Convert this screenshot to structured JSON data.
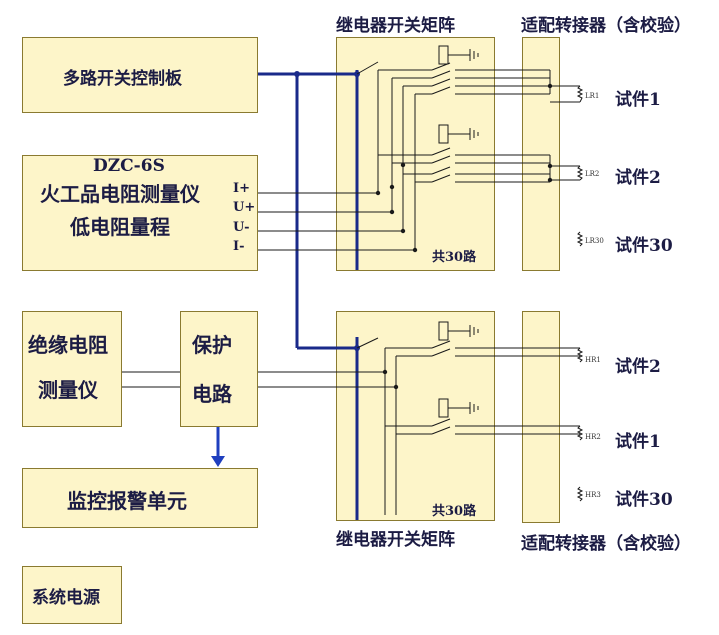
{
  "diagram": {
    "top_matrix_title": "继电器开关矩阵",
    "bottom_matrix_title": "继电器开关矩阵",
    "top_adapter_title": "适配转接器（含校验）",
    "bottom_adapter_title": "适配转接器（含校验）",
    "multiplexer_board": "多路开关控制板",
    "dzc_model": "DZC-6S",
    "dzc_line1": "火工品电阻测量仪",
    "dzc_line2": "低电阻量程",
    "terminals": [
      "I+",
      "U+",
      "U-",
      "I-"
    ],
    "insulation_line1": "绝缘电阻",
    "insulation_line2": "测量仪",
    "protection_line1": "保护",
    "protection_line2": "电路",
    "monitor_unit": "监控报警单元",
    "power_supply": "系统电源",
    "top_channels": "共30路",
    "bottom_channels": "共30路",
    "top_specimens": [
      {
        "label": "试件1",
        "res": "LR1"
      },
      {
        "label": "试件2",
        "res": "LR2"
      },
      {
        "label": "试件30",
        "res": "LR30"
      }
    ],
    "bottom_specimens": [
      {
        "label": "试件2",
        "res": "HR1"
      },
      {
        "label": "试件1",
        "res": "HR2"
      },
      {
        "label": "试件30",
        "res": "HR3"
      }
    ],
    "colors": {
      "box_fill": "#fdf5c9",
      "box_border": "#8a7a30",
      "bus": "#1a2a8a",
      "wire": "#1a1a1a",
      "arrow": "#1f3fbf"
    }
  }
}
